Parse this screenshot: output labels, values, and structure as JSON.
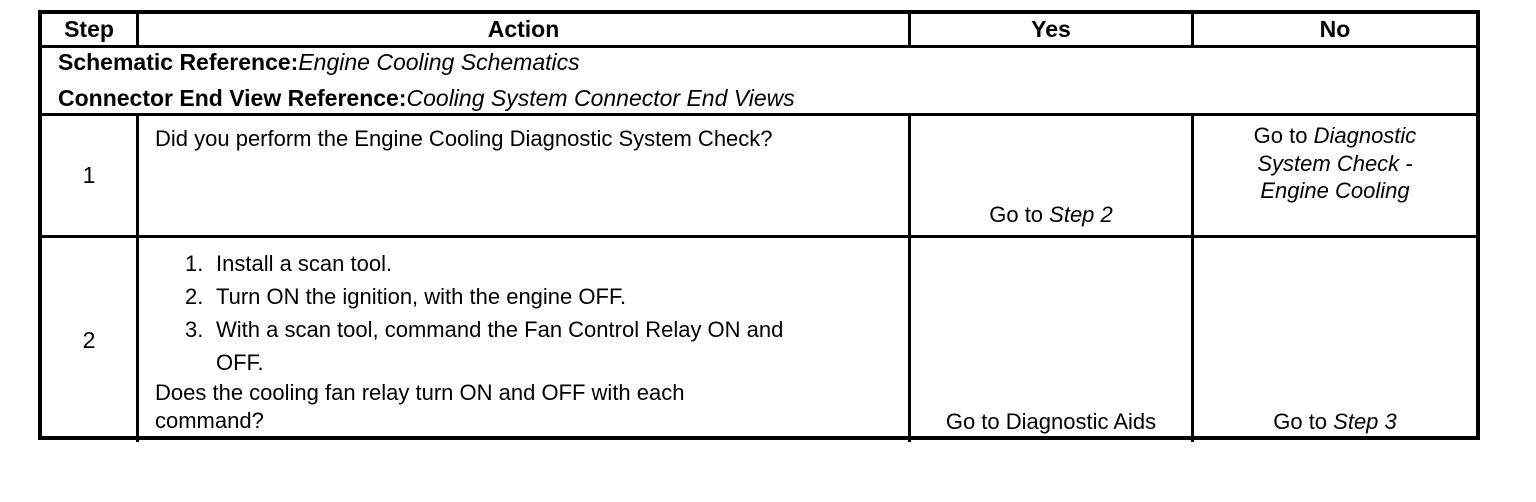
{
  "table": {
    "header": {
      "step": "Step",
      "action": "Action",
      "yes": "Yes",
      "no": "No"
    },
    "references": [
      {
        "label": "Schematic Reference:",
        "value": "Engine Cooling Schematics"
      },
      {
        "label": "Connector End View Reference:",
        "value": "Cooling System Connector End Views"
      }
    ],
    "rows": [
      {
        "step": "1",
        "question": "Did you perform the Engine Cooling Diagnostic System Check?",
        "yes": {
          "prefix": "Go to ",
          "target": "Step 2"
        },
        "no": {
          "prefix": "Go to ",
          "target": "Diagnostic System Check - Engine Cooling"
        }
      },
      {
        "step": "2",
        "actions": [
          {
            "num": "1.",
            "text": "Install a scan tool."
          },
          {
            "num": "2.",
            "text": "Turn ON the ignition, with the engine OFF."
          },
          {
            "num": "3.",
            "text": "With a scan tool, command the Fan Control Relay ON and OFF."
          }
        ],
        "question": "Does the cooling fan relay turn ON and OFF with each command?",
        "yes": {
          "text": "Go to Diagnostic Aids"
        },
        "no": {
          "prefix": "Go to ",
          "target": "Step 3"
        }
      }
    ]
  }
}
